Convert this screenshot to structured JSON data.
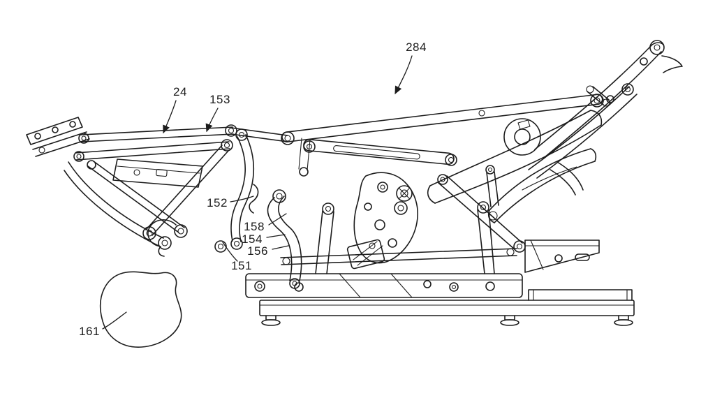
{
  "figure": {
    "kind": "patent-line-drawing",
    "background": "#ffffff",
    "line_color": "#1c1c1c",
    "labels": [
      {
        "ref": "284"
      },
      {
        "ref": "24"
      },
      {
        "ref": "153"
      },
      {
        "ref": "152"
      },
      {
        "ref": "158"
      },
      {
        "ref": "154"
      },
      {
        "ref": "156"
      },
      {
        "ref": "151"
      },
      {
        "ref": "161"
      }
    ]
  }
}
